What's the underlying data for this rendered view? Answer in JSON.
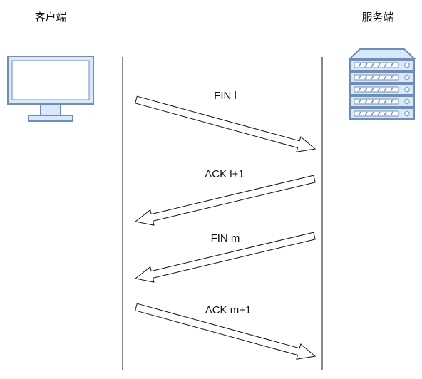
{
  "nodes": {
    "client": {
      "title": "客户端",
      "icon": "monitor-icon"
    },
    "server": {
      "title": "服务端",
      "icon": "server-rack-icon"
    }
  },
  "messages": [
    {
      "label": "FIN l",
      "direction": "client-to-server"
    },
    {
      "label": "ACK l+1",
      "direction": "server-to-client"
    },
    {
      "label": "FIN m",
      "direction": "server-to-client"
    },
    {
      "label": "ACK m+1",
      "direction": "client-to-server"
    }
  ],
  "colors": {
    "icon_fill": "#dae8fc",
    "icon_stroke": "#6c8ebf",
    "line": "#111111"
  }
}
